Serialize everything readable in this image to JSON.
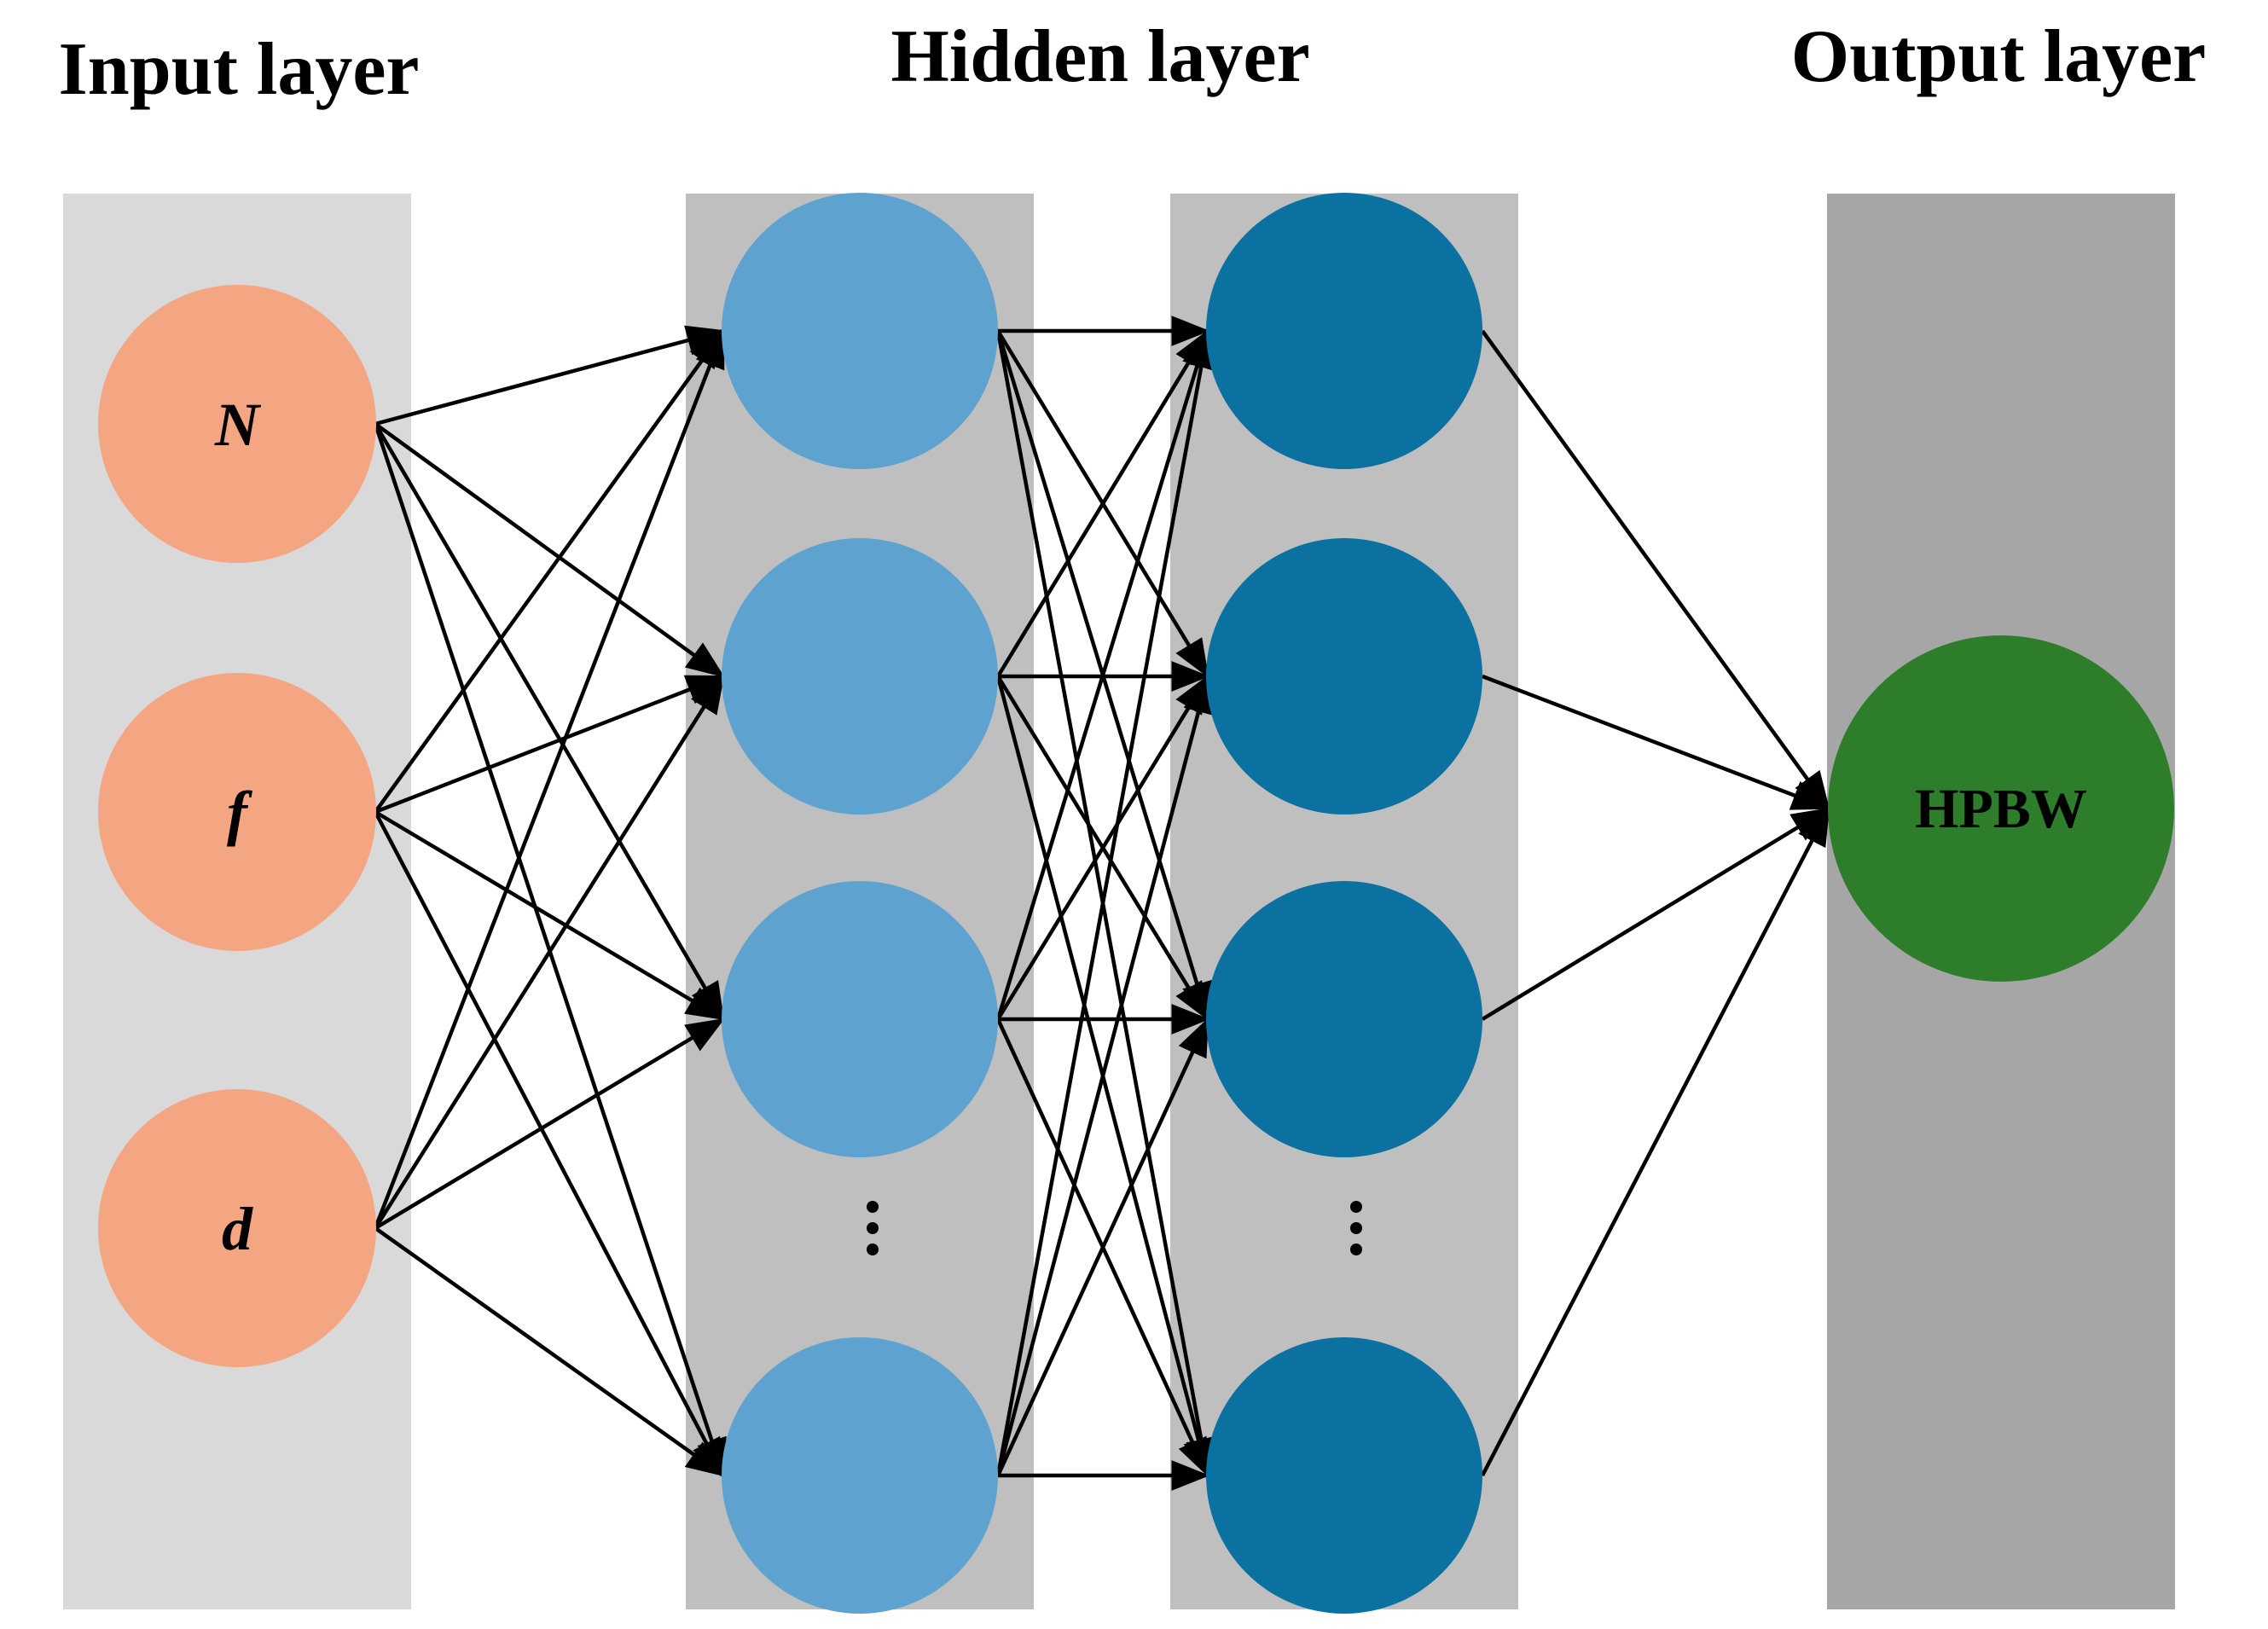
{
  "titles": {
    "input": "Input layer",
    "hidden": "Hidden layer",
    "output": "Output layer"
  },
  "input_nodes": [
    {
      "label": "N",
      "italic": true
    },
    {
      "label": "f",
      "italic": true
    },
    {
      "label": "d",
      "italic": true
    }
  ],
  "hidden_layer_1": {
    "visible_nodes": 4,
    "has_ellipsis": true
  },
  "hidden_layer_2": {
    "visible_nodes": 4,
    "has_ellipsis": true
  },
  "output_node": {
    "label": "HPBW"
  },
  "colors": {
    "input_panel": "#d9d9d9",
    "hidden_panel": "#bfbfbf",
    "output_panel": "#a6a6a6",
    "input_node": "#f4a582",
    "hidden1_node": "#5ea2cf",
    "hidden2_node": "#0a71a0",
    "output_node": "#2e7d2b",
    "connection": "#000000"
  }
}
